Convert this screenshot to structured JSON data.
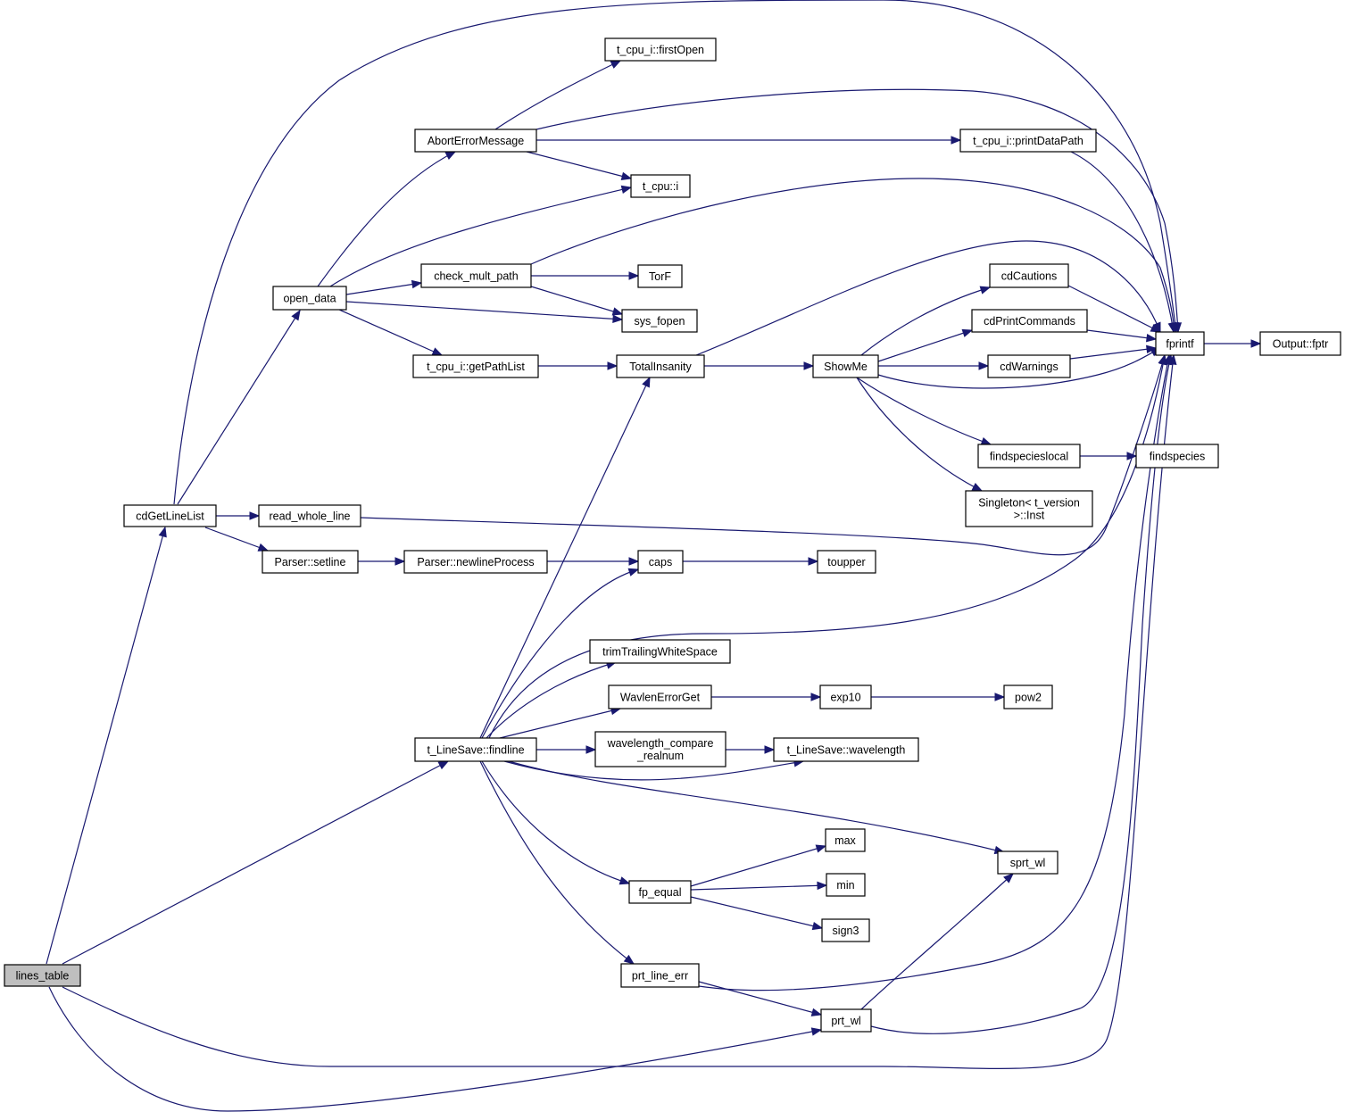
{
  "diagram": {
    "type": "call-graph",
    "colors": {
      "edge": "#191970",
      "node_border": "#000000",
      "root_fill": "#bfbfbf",
      "node_fill": "#ffffff"
    },
    "nodes": [
      {
        "id": "lines_table",
        "label": [
          "lines_table"
        ],
        "root": true
      },
      {
        "id": "cdGetLineList",
        "label": [
          "cdGetLineList"
        ]
      },
      {
        "id": "open_data",
        "label": [
          "open_data"
        ]
      },
      {
        "id": "read_whole_line",
        "label": [
          "read_whole_line"
        ]
      },
      {
        "id": "parser_setline",
        "label": [
          "Parser::setline"
        ]
      },
      {
        "id": "abort_error",
        "label": [
          "AbortErrorMessage"
        ]
      },
      {
        "id": "check_mult_path",
        "label": [
          "check_mult_path"
        ]
      },
      {
        "id": "getpathlist",
        "label": [
          "t_cpu_i::getPathList"
        ]
      },
      {
        "id": "newlineprocess",
        "label": [
          "Parser::newlineProcess"
        ]
      },
      {
        "id": "findline",
        "label": [
          "t_LineSave::findline"
        ]
      },
      {
        "id": "firstopen",
        "label": [
          "t_cpu_i::firstOpen"
        ]
      },
      {
        "id": "tcpu_i",
        "label": [
          "t_cpu::i"
        ]
      },
      {
        "id": "torf",
        "label": [
          "TorF"
        ]
      },
      {
        "id": "sys_fopen",
        "label": [
          "sys_fopen"
        ]
      },
      {
        "id": "totalinsanity",
        "label": [
          "TotalInsanity"
        ]
      },
      {
        "id": "caps",
        "label": [
          "caps"
        ]
      },
      {
        "id": "trimtrailing",
        "label": [
          "trimTrailingWhiteSpace"
        ]
      },
      {
        "id": "wavlenerrorget",
        "label": [
          "WavlenErrorGet"
        ]
      },
      {
        "id": "wl_compare",
        "label": [
          "wavelength_compare",
          "_realnum"
        ]
      },
      {
        "id": "fp_equal",
        "label": [
          "fp_equal"
        ]
      },
      {
        "id": "prt_line_err",
        "label": [
          "prt_line_err"
        ]
      },
      {
        "id": "showme",
        "label": [
          "ShowMe"
        ]
      },
      {
        "id": "toupper",
        "label": [
          "toupper"
        ]
      },
      {
        "id": "exp10",
        "label": [
          "exp10"
        ]
      },
      {
        "id": "linesave_wl",
        "label": [
          "t_LineSave::wavelength"
        ]
      },
      {
        "id": "max",
        "label": [
          "max"
        ]
      },
      {
        "id": "min",
        "label": [
          "min"
        ]
      },
      {
        "id": "sign3",
        "label": [
          "sign3"
        ]
      },
      {
        "id": "prt_wl",
        "label": [
          "prt_wl"
        ]
      },
      {
        "id": "printdatapath",
        "label": [
          "t_cpu_i::printDataPath"
        ]
      },
      {
        "id": "cdcautions",
        "label": [
          "cdCautions"
        ]
      },
      {
        "id": "cdprintcommands",
        "label": [
          "cdPrintCommands"
        ]
      },
      {
        "id": "cdwarnings",
        "label": [
          "cdWarnings"
        ]
      },
      {
        "id": "findspecieslocal",
        "label": [
          "findspecieslocal"
        ]
      },
      {
        "id": "singleton",
        "label": [
          "Singleton< t_version",
          ">::Inst"
        ]
      },
      {
        "id": "pow2",
        "label": [
          "pow2"
        ]
      },
      {
        "id": "sprt_wl",
        "label": [
          "sprt_wl"
        ]
      },
      {
        "id": "fprintf",
        "label": [
          "fprintf"
        ]
      },
      {
        "id": "findspecies",
        "label": [
          "findspecies"
        ]
      },
      {
        "id": "output_fptr",
        "label": [
          "Output::fptr"
        ]
      }
    ],
    "edges": [
      [
        "lines_table",
        "cdGetLineList"
      ],
      [
        "lines_table",
        "findline"
      ],
      [
        "lines_table",
        "prt_wl"
      ],
      [
        "lines_table",
        "fprintf"
      ],
      [
        "cdGetLineList",
        "open_data"
      ],
      [
        "cdGetLineList",
        "read_whole_line"
      ],
      [
        "cdGetLineList",
        "parser_setline"
      ],
      [
        "cdGetLineList",
        "fprintf"
      ],
      [
        "open_data",
        "abort_error"
      ],
      [
        "open_data",
        "tcpu_i"
      ],
      [
        "open_data",
        "check_mult_path"
      ],
      [
        "open_data",
        "sys_fopen"
      ],
      [
        "open_data",
        "getpathlist"
      ],
      [
        "abort_error",
        "firstopen"
      ],
      [
        "abort_error",
        "tcpu_i"
      ],
      [
        "abort_error",
        "printdatapath"
      ],
      [
        "abort_error",
        "fprintf"
      ],
      [
        "check_mult_path",
        "torf"
      ],
      [
        "check_mult_path",
        "sys_fopen"
      ],
      [
        "check_mult_path",
        "fprintf"
      ],
      [
        "getpathlist",
        "totalinsanity"
      ],
      [
        "read_whole_line",
        "fprintf"
      ],
      [
        "parser_setline",
        "newlineprocess"
      ],
      [
        "newlineprocess",
        "caps"
      ],
      [
        "findline",
        "totalinsanity"
      ],
      [
        "findline",
        "caps"
      ],
      [
        "findline",
        "trimtrailing"
      ],
      [
        "findline",
        "wavlenerrorget"
      ],
      [
        "findline",
        "wl_compare"
      ],
      [
        "findline",
        "linesave_wl"
      ],
      [
        "findline",
        "sprt_wl"
      ],
      [
        "findline",
        "fp_equal"
      ],
      [
        "findline",
        "prt_line_err"
      ],
      [
        "findline",
        "fprintf"
      ],
      [
        "totalinsanity",
        "showme"
      ],
      [
        "totalinsanity",
        "fprintf"
      ],
      [
        "caps",
        "toupper"
      ],
      [
        "wavlenerrorget",
        "exp10"
      ],
      [
        "exp10",
        "pow2"
      ],
      [
        "wl_compare",
        "linesave_wl"
      ],
      [
        "fp_equal",
        "max"
      ],
      [
        "fp_equal",
        "min"
      ],
      [
        "fp_equal",
        "sign3"
      ],
      [
        "prt_line_err",
        "prt_wl"
      ],
      [
        "prt_line_err",
        "fprintf"
      ],
      [
        "prt_wl",
        "sprt_wl"
      ],
      [
        "prt_wl",
        "fprintf"
      ],
      [
        "showme",
        "cdcautions"
      ],
      [
        "showme",
        "cdprintcommands"
      ],
      [
        "showme",
        "cdwarnings"
      ],
      [
        "showme",
        "fprintf"
      ],
      [
        "showme",
        "findspecieslocal"
      ],
      [
        "showme",
        "singleton"
      ],
      [
        "printdatapath",
        "fprintf"
      ],
      [
        "cdcautions",
        "fprintf"
      ],
      [
        "cdprintcommands",
        "fprintf"
      ],
      [
        "cdwarnings",
        "fprintf"
      ],
      [
        "findspecieslocal",
        "findspecies"
      ],
      [
        "fprintf",
        "output_fptr"
      ]
    ]
  }
}
